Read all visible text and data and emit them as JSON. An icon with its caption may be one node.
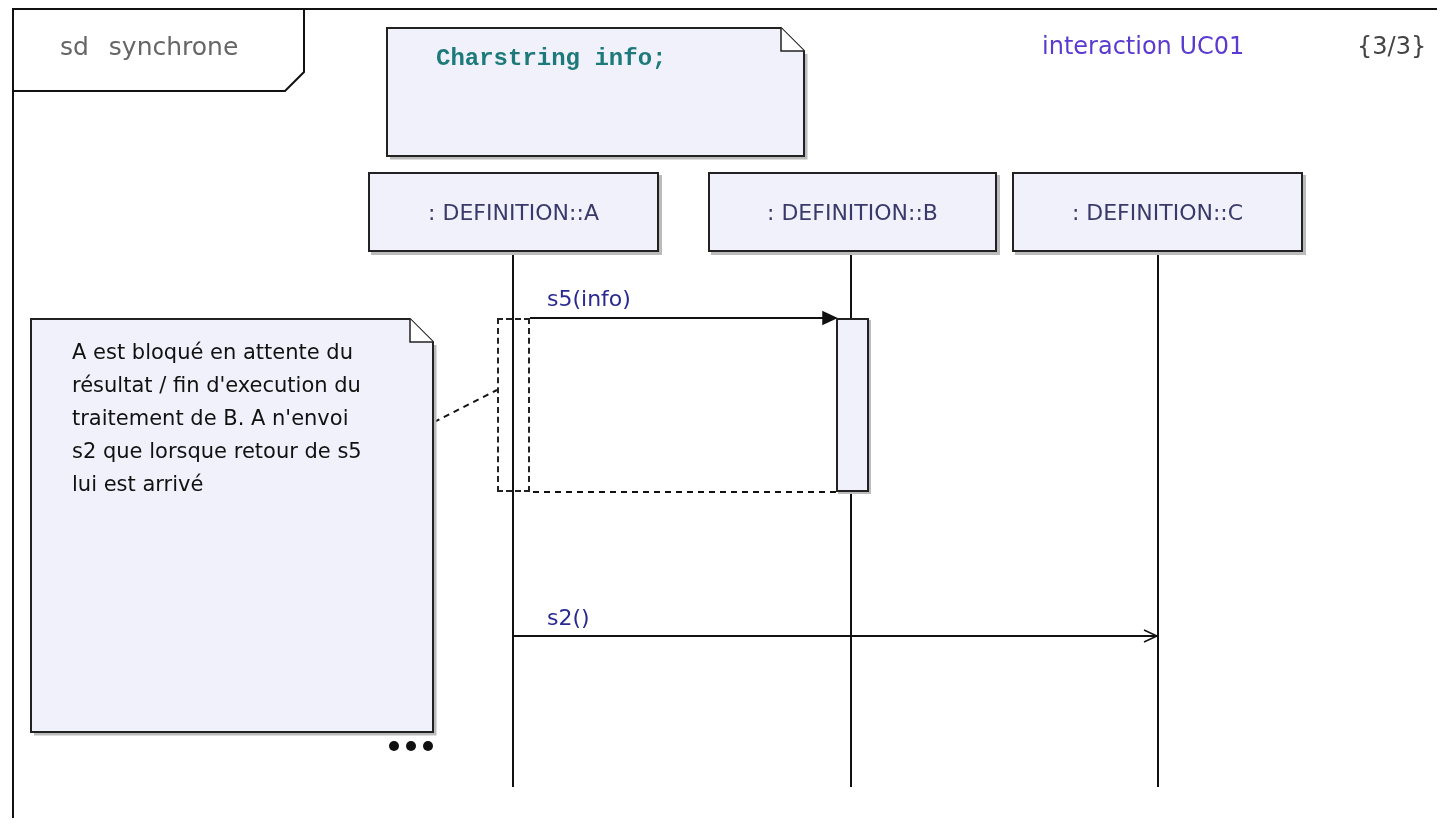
{
  "diagram": {
    "nodes": [
      {
        "text": [
          "sd synchrone"
        ]
      },
      {
        "text": [
          "Charstring info;"
        ],
        "in": 0
      },
      {
        "text": [
          ": DEFINITION::A"
        ],
        "in": 0
      },
      {
        "text": [
          ": DEFINITION::B"
        ],
        "in": 0
      },
      {
        "text": [
          ": DEFINITION::C"
        ],
        "in": 0
      },
      {
        "text": [
          "A est bloqué en attente du résultat / fin d'execution du traitement de B. A n'envoi s2 que lorsque retour de s5 lui est arrivé"
        ],
        "in": 0
      },
      {
        "text": [],
        "shape": "bar",
        "in": 0
      },
      {
        "text": [],
        "shape": "box",
        "in": 0
      },
      {
        "text": [],
        "shape": "line",
        "in": 0
      },
      {
        "text": [],
        "shape": "line",
        "in": 0
      },
      {
        "text": [],
        "shape": "line",
        "in": 0
      }
    ],
    "edges": [
      {
        "from": 7,
        "to": 6,
        "arrow": "to",
        "label": "s5(info)"
      },
      {
        "from": 6,
        "to": 7,
        "arrow": "none",
        "style": "dashed"
      },
      {
        "from": 8,
        "to": 10,
        "arrow": "to",
        "label": "s2()"
      },
      {
        "from": 5,
        "to": 7,
        "arrow": "none",
        "style": "dashed"
      }
    ],
    "labels": [
      "interaction UC01",
      "{3/3}"
    ]
  }
}
